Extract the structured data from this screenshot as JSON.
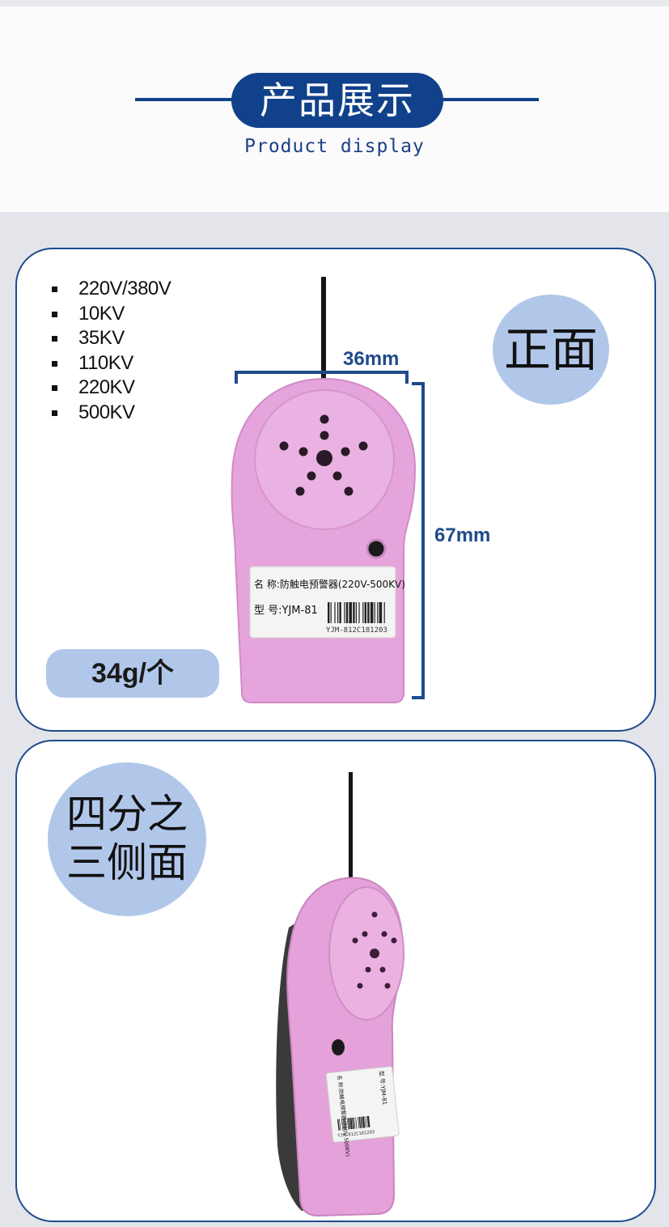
{
  "header": {
    "title": "产品展示",
    "subtitle": "Product display",
    "accent_color": "#10418a"
  },
  "front_card": {
    "voltages": [
      "220V/380V",
      "10KV",
      "35KV",
      "110KV",
      "220KV",
      "500KV"
    ],
    "view_label": "正面",
    "width_label": "36mm",
    "height_label": "67mm",
    "weight_label": "34g/个",
    "device": {
      "color": "#e5a5dc",
      "label_name": "名 称:防触电预警器(220V-500KV)",
      "label_model": "型 号:YJM-81",
      "serial": "YJM-812C181203"
    }
  },
  "side_card": {
    "view_label_line1": "四分之",
    "view_label_line2": "三侧面",
    "device_label_name": "名 称:防触电预警器(220V-500KV)",
    "device_label_model": "型 号:YJM-81",
    "serial": "YJM-812C181203"
  }
}
